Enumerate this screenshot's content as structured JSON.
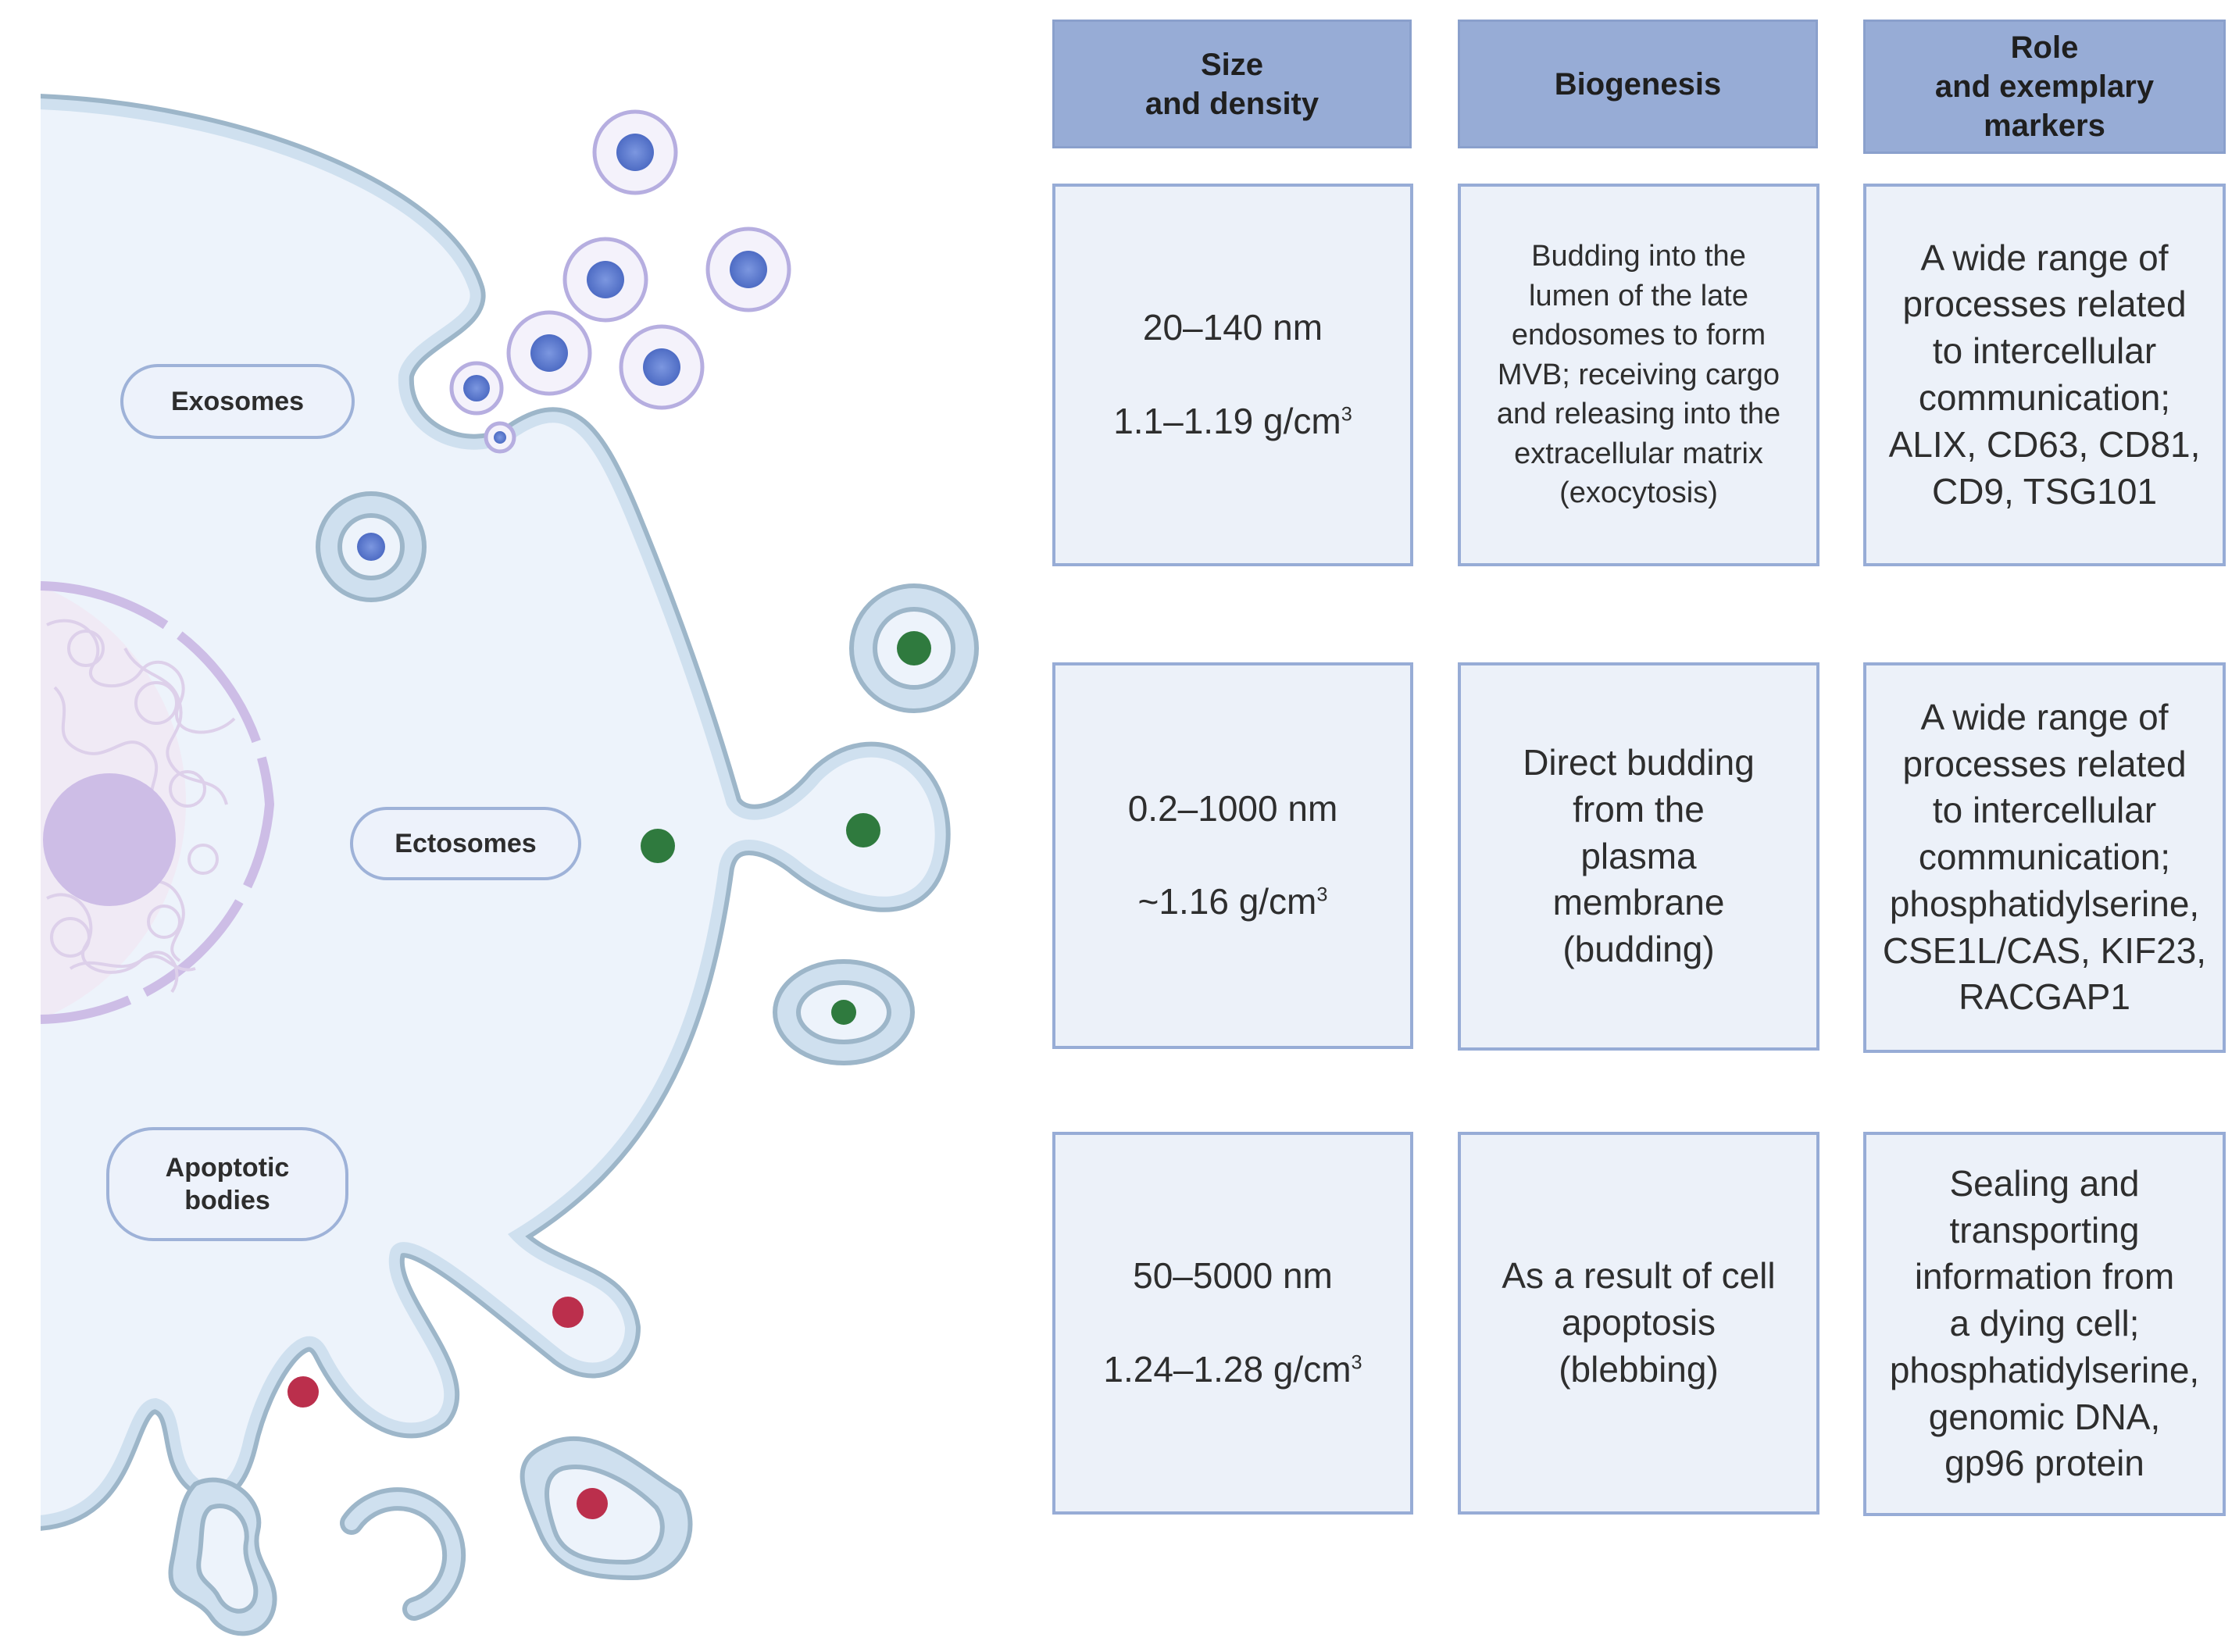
{
  "labels": {
    "exosomes": "Exosomes",
    "ectosomes": "Ectosomes",
    "apoptotic_bodies": "Apoptotic\nbodies"
  },
  "headers": {
    "size": "Size\nand density",
    "biogenesis": "Biogenesis",
    "role": "Role\nand exemplary\nmarkers"
  },
  "rows": [
    {
      "name": "exosomes",
      "size": "20–140 nm",
      "density": "1.1–1.19 g/cm",
      "unit_exp": "3",
      "biogenesis": "Budding into the\nlumen of the late\nendosomes to form\nMVB; receiving cargo\nand releasing into the\nextracellular matrix\n(exocytosis)",
      "role": "A wide range of\nprocesses related\nto intercellular\ncommunication;\nALIX, CD63, CD81,\nCD9, TSG101"
    },
    {
      "name": "ectosomes",
      "size": "0.2–1000 nm",
      "density": "~1.16 g/cm",
      "unit_exp": "3",
      "biogenesis": "Direct budding\nfrom the\nplasma\nmembrane\n(budding)",
      "role": "A wide range of\nprocesses related\nto intercellular\ncommunication;\nphosphatidylserine,\nCSE1L/CAS, KIF23,\nRACGAP1"
    },
    {
      "name": "apoptotic-bodies",
      "size": "50–5000 nm",
      "density": "1.24–1.28 g/cm",
      "unit_exp": "3",
      "biogenesis": "As a result of cell\napoptosis\n(blebbing)",
      "role": "Sealing and\ntransporting\ninformation from\na dying cell;\nphosphatidylserine,\ngenomic DNA,\ngp96 protein"
    }
  ],
  "colors": {
    "membrane_fill": "#cfe0ef",
    "membrane_stroke": "#9db6c9",
    "cytoplasm": "#edf3fb",
    "nucleus": "#f0eaf5",
    "nucleolus": "#cdbde6",
    "exosome_cargo": "#5f7fd0",
    "ectosome_cargo": "#2f7a3e",
    "apoptotic_cargo": "#bb2f4c",
    "header_fill": "#97acd6",
    "cell_fill": "#ecf1f9"
  }
}
